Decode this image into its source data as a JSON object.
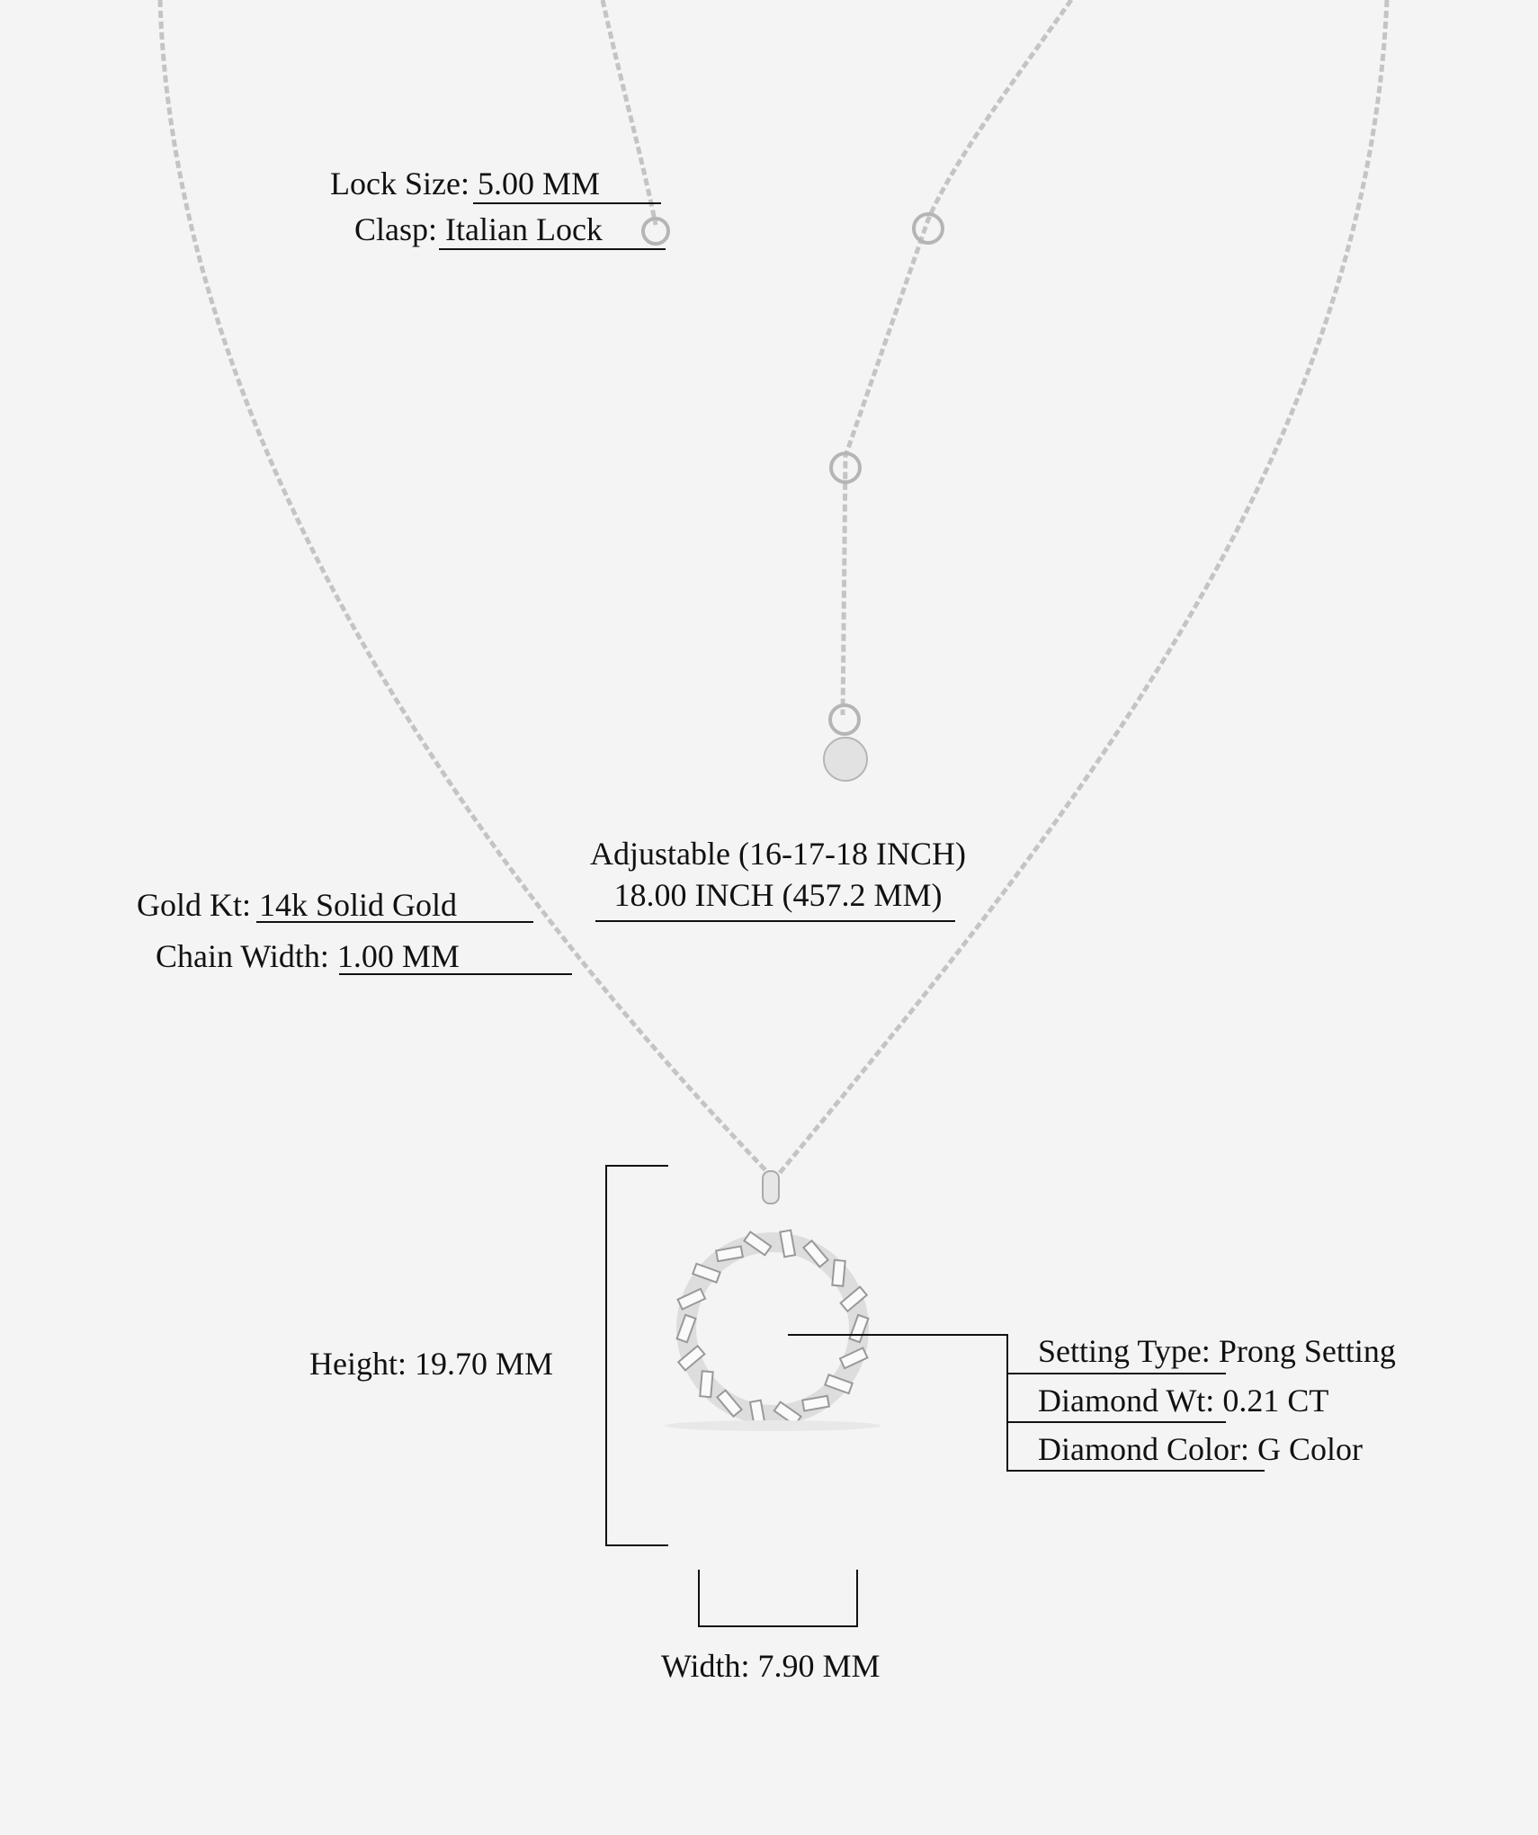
{
  "specs": {
    "lock_size": {
      "label": "Lock Size:",
      "value": "5.00 MM"
    },
    "clasp": {
      "label": "Clasp:",
      "value": "Italian Lock"
    },
    "length": {
      "line1": "Adjustable (16-17-18 INCH)",
      "line2": "18.00 INCH (457.2 MM)"
    },
    "gold_kt": {
      "label": "Gold Kt:",
      "value": "14k Solid Gold"
    },
    "chain_width": {
      "label": "Chain Width:",
      "value": "1.00 MM"
    },
    "height": {
      "label": "Height:",
      "value": "19.70 MM"
    },
    "width": {
      "label": "Width:",
      "value": "7.90 MM"
    },
    "setting_type": {
      "label": "Setting Type:",
      "value": "Prong Setting"
    },
    "diamond_wt": {
      "label": "Diamond Wt:",
      "value": "0.21 CT"
    },
    "diamond_color": {
      "label": "Diamond Color:",
      "value": "G Color"
    }
  },
  "colors": {
    "background": "#f4f4f4",
    "metal": "#c9c9c9",
    "line": "#111111"
  }
}
